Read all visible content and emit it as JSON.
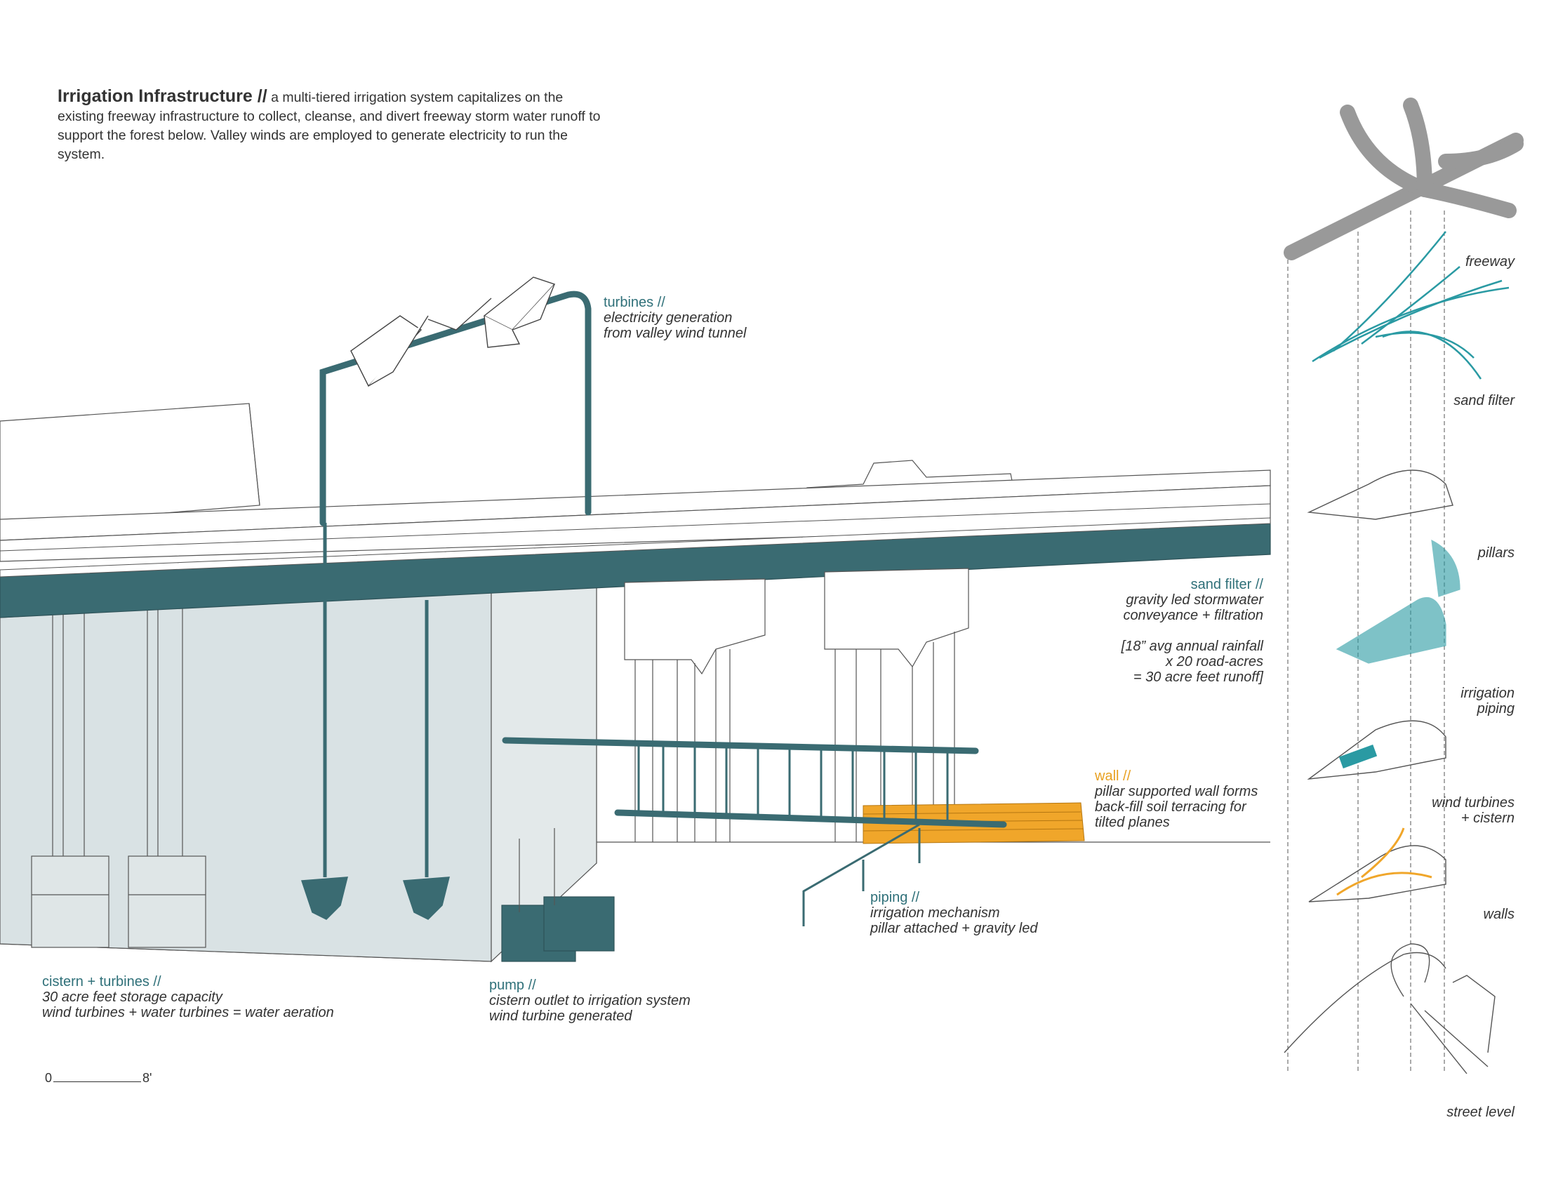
{
  "intro": {
    "title": "Irrigation Infrastructure //",
    "text": " a multi-tiered irrigation system capitalizes on the existing freeway infrastructure to collect, cleanse, and divert freeway storm water runoff to support the forest below. Valley winds are employed to generate electricity to run the system."
  },
  "labels": {
    "turbines": {
      "heading": "turbines //",
      "lines": [
        "electricity generation",
        "from valley wind tunnel"
      ]
    },
    "sand_filter": {
      "heading": "sand filter //",
      "lines": [
        "gravity led stormwater",
        "conveyance + filtration",
        "",
        "[18” avg annual rainfall",
        "x 20 road-acres",
        "= 30 acre feet runoff]"
      ]
    },
    "wall": {
      "heading": "wall //",
      "lines": [
        "pillar supported wall forms",
        "back-fill soil terracing for",
        "tilted planes"
      ]
    },
    "piping": {
      "heading": "piping //",
      "lines": [
        "irrigation mechanism",
        "pillar attached + gravity led"
      ]
    },
    "pump": {
      "heading": "pump //",
      "lines": [
        "cistern outlet to irrigation system",
        "wind turbine generated"
      ]
    },
    "cistern": {
      "heading": "cistern + turbines //",
      "lines": [
        "30 acre feet storage capacity",
        "wind turbines + water turbines = water aeration"
      ]
    }
  },
  "scale_bar": {
    "start": "0",
    "end": "8'"
  },
  "layers": [
    "freeway",
    "sand filter",
    "pillars",
    "irrigation\npiping",
    "wind turbines\n+ cistern",
    "walls",
    "street level"
  ],
  "colors": {
    "teal": "#3a6b72",
    "accent_teal": "#2a9aa3",
    "orange": "#f0a62a",
    "cistern_fill": "#d9e2e4",
    "freeway_gray": "#999999"
  }
}
